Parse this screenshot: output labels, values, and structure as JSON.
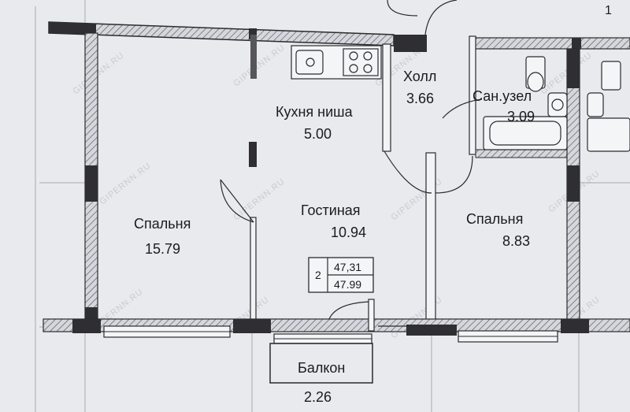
{
  "page_number": "1",
  "watermark": "GIPERNN.RU",
  "rooms": {
    "hall": {
      "name": "Холл",
      "area": "3.66"
    },
    "bathroom": {
      "name": "Сан.узел",
      "area": "3.09"
    },
    "kitchen": {
      "name": "Кухня ниша",
      "area": "5.00"
    },
    "bedroom_left": {
      "name": "Спальня",
      "area": "15.79"
    },
    "living": {
      "name": "Гостиная",
      "area": "10.94"
    },
    "bedroom_right": {
      "name": "Спальня",
      "area": "8.83"
    },
    "balcony": {
      "name": "Балкон",
      "area": "2.26"
    }
  },
  "summary_table": {
    "rooms_count": "2",
    "living_area": "47,31",
    "total_area": "47.99"
  },
  "colors": {
    "wall_fill": "#3a3a3e",
    "hatch": "#6a6a70",
    "paper": "#e9eaee"
  }
}
